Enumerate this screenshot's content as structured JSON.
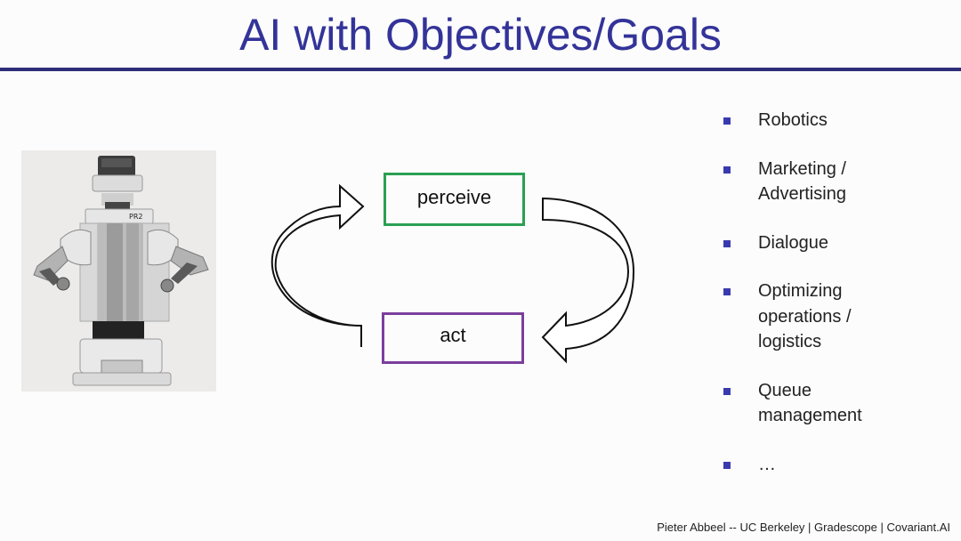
{
  "slide": {
    "title": "AI with Objectives/Goals",
    "footer": "Pieter Abbeel -- UC Berkeley | Gradescope | Covariant.AI"
  },
  "cycle": {
    "perceive_label": "perceive",
    "act_label": "act"
  },
  "robot": {
    "badge": "PR2"
  },
  "bullets": [
    {
      "text": "Robotics"
    },
    {
      "text": "Marketing / Advertising"
    },
    {
      "text": "Dialogue"
    },
    {
      "text": "Optimizing operations / logistics"
    },
    {
      "text": "Queue management"
    },
    {
      "text": "…"
    }
  ],
  "colors": {
    "title": "#333399",
    "perceive_border": "#2aa052",
    "act_border": "#7b3f9c",
    "bullet": "#3a3ab0"
  }
}
